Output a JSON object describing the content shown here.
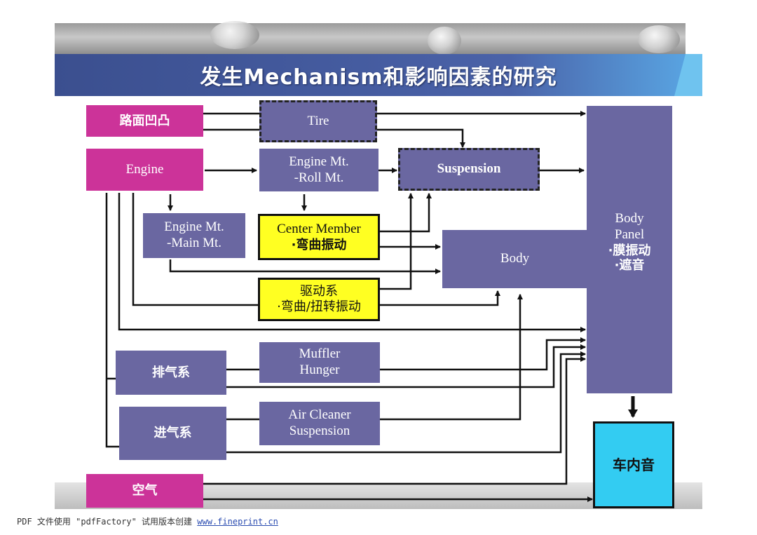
{
  "title": "发生Mechanism和影响因素的研究",
  "nodes": {
    "road": "路面凹凸",
    "engine": "Engine",
    "tire": "Tire",
    "engine_roll": [
      "Engine Mt.",
      "-Roll Mt."
    ],
    "suspension": "Suspension",
    "engine_main": [
      "Engine Mt.",
      "-Main Mt."
    ],
    "center_member": [
      "Center Member",
      "·弯曲振动"
    ],
    "body": "Body",
    "drivetrain": [
      "驱动系",
      "·弯曲/扭转振动"
    ],
    "body_panel": [
      "Body",
      "Panel",
      "·膜振动",
      "·遮音"
    ],
    "exhaust": "排气系",
    "muffler": [
      "Muffler",
      "Hunger"
    ],
    "intake": "进气系",
    "air_cleaner": [
      "Air Cleaner",
      "Suspension"
    ],
    "air": "空气",
    "interior_noise": "车内音"
  },
  "footer": {
    "text": "PDF 文件使用 \"pdfFactory\" 试用版本创建 ",
    "link": "www.fineprint.cn"
  },
  "colors": {
    "purple": "#6a67a1",
    "magenta": "#cc3399",
    "yellow": "#ffff22",
    "cyan": "#33ccf2",
    "banner": "#3b4f8f"
  }
}
